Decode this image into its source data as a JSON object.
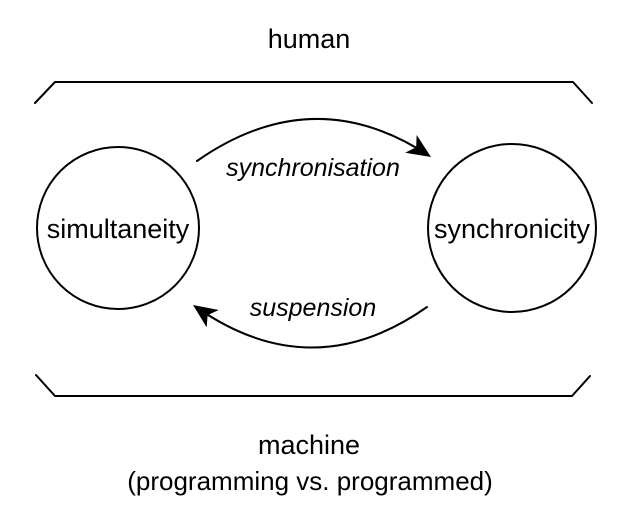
{
  "diagram": {
    "top_region": {
      "label": "human"
    },
    "bottom_region": {
      "label": "machine",
      "sublabel": "(programming vs. programmed)"
    },
    "nodes": [
      {
        "id": "left",
        "label": "simultaneity"
      },
      {
        "id": "right",
        "label": "synchronicity"
      }
    ],
    "edges": [
      {
        "label": "synchronisation",
        "from": "simultaneity",
        "to": "synchronicity",
        "position": "top",
        "direction": "left-to-right"
      },
      {
        "label": "suspension",
        "from": "synchronicity",
        "to": "simultaneity",
        "position": "bottom",
        "direction": "right-to-left"
      }
    ],
    "colors": {
      "foreground": "#000000",
      "background": "#ffffff"
    }
  }
}
